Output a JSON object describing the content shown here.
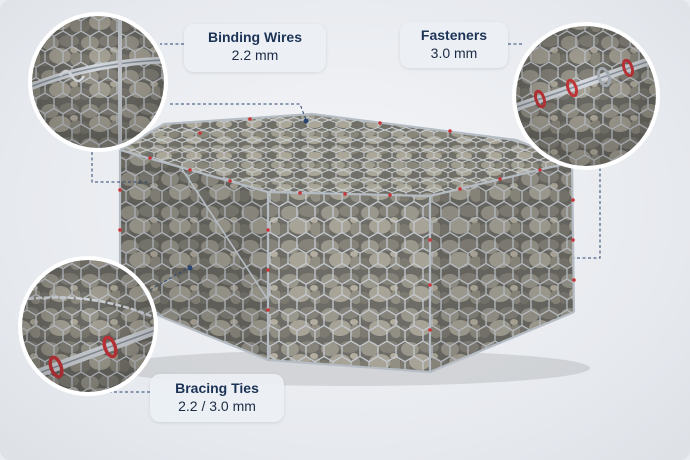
{
  "callouts": [
    {
      "title": "Binding Wires",
      "spec": "2.2 mm"
    },
    {
      "title": "Fasteners",
      "spec": "3.0 mm"
    },
    {
      "title": "Bracing Ties",
      "spec": "2.2 / 3.0 mm"
    }
  ],
  "colors": {
    "label_text": "#1d3356",
    "leader_line": "#2a4670",
    "wire": "#a9b0b8",
    "fastener_ring": "#c8363a",
    "stone": "#8b8a82"
  },
  "subject": {
    "object": "gabion-basket",
    "icons": [
      "magnifier-detail-binding-wires",
      "magnifier-detail-fasteners",
      "magnifier-detail-bracing-ties"
    ]
  }
}
